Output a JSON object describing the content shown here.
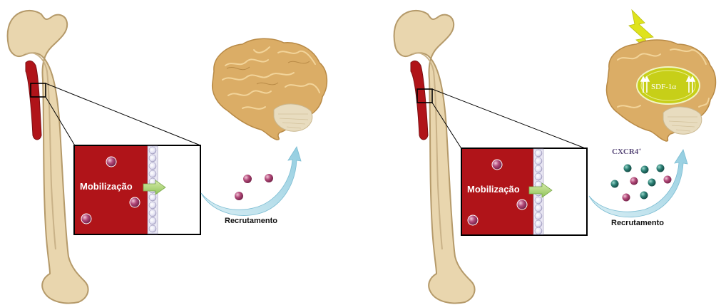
{
  "panels": [
    {
      "mobilization_label": "Mobilização",
      "recruitment_label": "Recrutamento"
    },
    {
      "mobilization_label": "Mobilização",
      "recruitment_label": "Recrutamento",
      "receptor_label": "CXCR4",
      "receptor_superscript": "+",
      "signal_label": "SDF-1α"
    }
  ],
  "colors": {
    "bone": "#e7d4ac",
    "bone_shadow": "#b59a6a",
    "marrow": "#b01419",
    "brain": "#dbad66",
    "cerebellum": "#e7dbbd",
    "arrow": "#a8d4e2",
    "cell_pink": "#9a2c5c",
    "cell_teal": "#1d6a62",
    "lightning": "#dfe31d",
    "sdf_oval": "#c7cf18"
  }
}
